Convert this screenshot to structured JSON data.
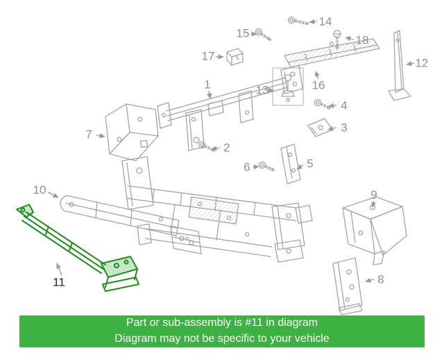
{
  "diagram": {
    "highlighted_part": "11",
    "parts": {
      "p1": {
        "label": "1"
      },
      "p2": {
        "label": "2"
      },
      "p3": {
        "label": "3"
      },
      "p4": {
        "label": "4"
      },
      "p5": {
        "label": "5"
      },
      "p6": {
        "label": "6"
      },
      "p7": {
        "label": "7"
      },
      "p8": {
        "label": "8"
      },
      "p9": {
        "label": "9"
      },
      "p10": {
        "label": "10"
      },
      "p11": {
        "label": "11"
      },
      "p12": {
        "label": "12"
      },
      "p13": {
        "label": "13"
      },
      "p14": {
        "label": "14"
      },
      "p15": {
        "label": "15"
      },
      "p16": {
        "label": "16"
      },
      "p17": {
        "label": "17"
      },
      "p18": {
        "label": "18"
      }
    }
  },
  "banner": {
    "line1": "Part or sub-assembly is #11 in diagram",
    "line2": "Diagram may not be specific to your vehicle"
  },
  "colors": {
    "line_gray": "#a3a3a3",
    "label_gray": "#8f8f8f",
    "highlight_green": "#1e8c1e",
    "banner_bg": "#3fb043",
    "banner_text": "#ffffff"
  }
}
